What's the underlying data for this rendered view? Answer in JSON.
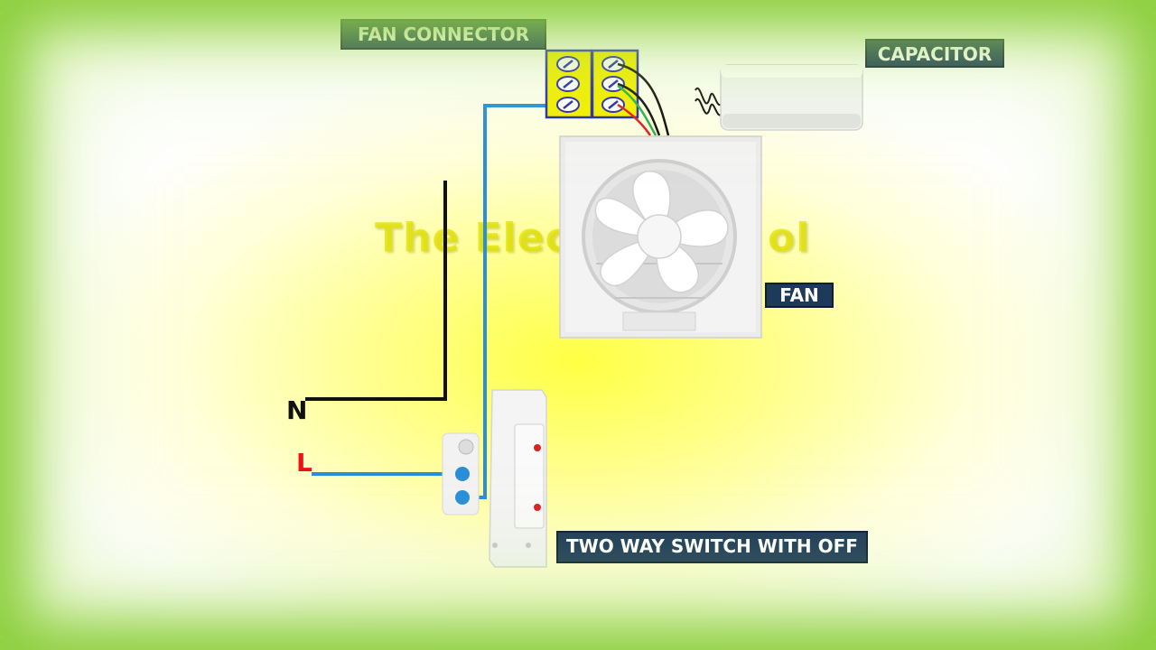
{
  "labels": {
    "fan_connector": "FAN CONNECTOR",
    "capacitor": "CAPACITOR",
    "fan": "FAN",
    "switch": "TWO WAY SWITCH WITH OFF"
  },
  "terminals": {
    "neutral": "N",
    "live": "L"
  },
  "watermark": {
    "left_part": "The Elect",
    "right_part": "ol"
  },
  "colors": {
    "label_bg": "#1d3a5a",
    "wire_blue": "#2a8fd8",
    "wire_black": "#111111",
    "wire_red": "#e02020",
    "wire_green": "#2ab14a",
    "connector_yellow": "#f4f000",
    "connector_border": "#2a2ab0",
    "live_red": "#e8141a",
    "frame_green": "#8ccf3e"
  }
}
